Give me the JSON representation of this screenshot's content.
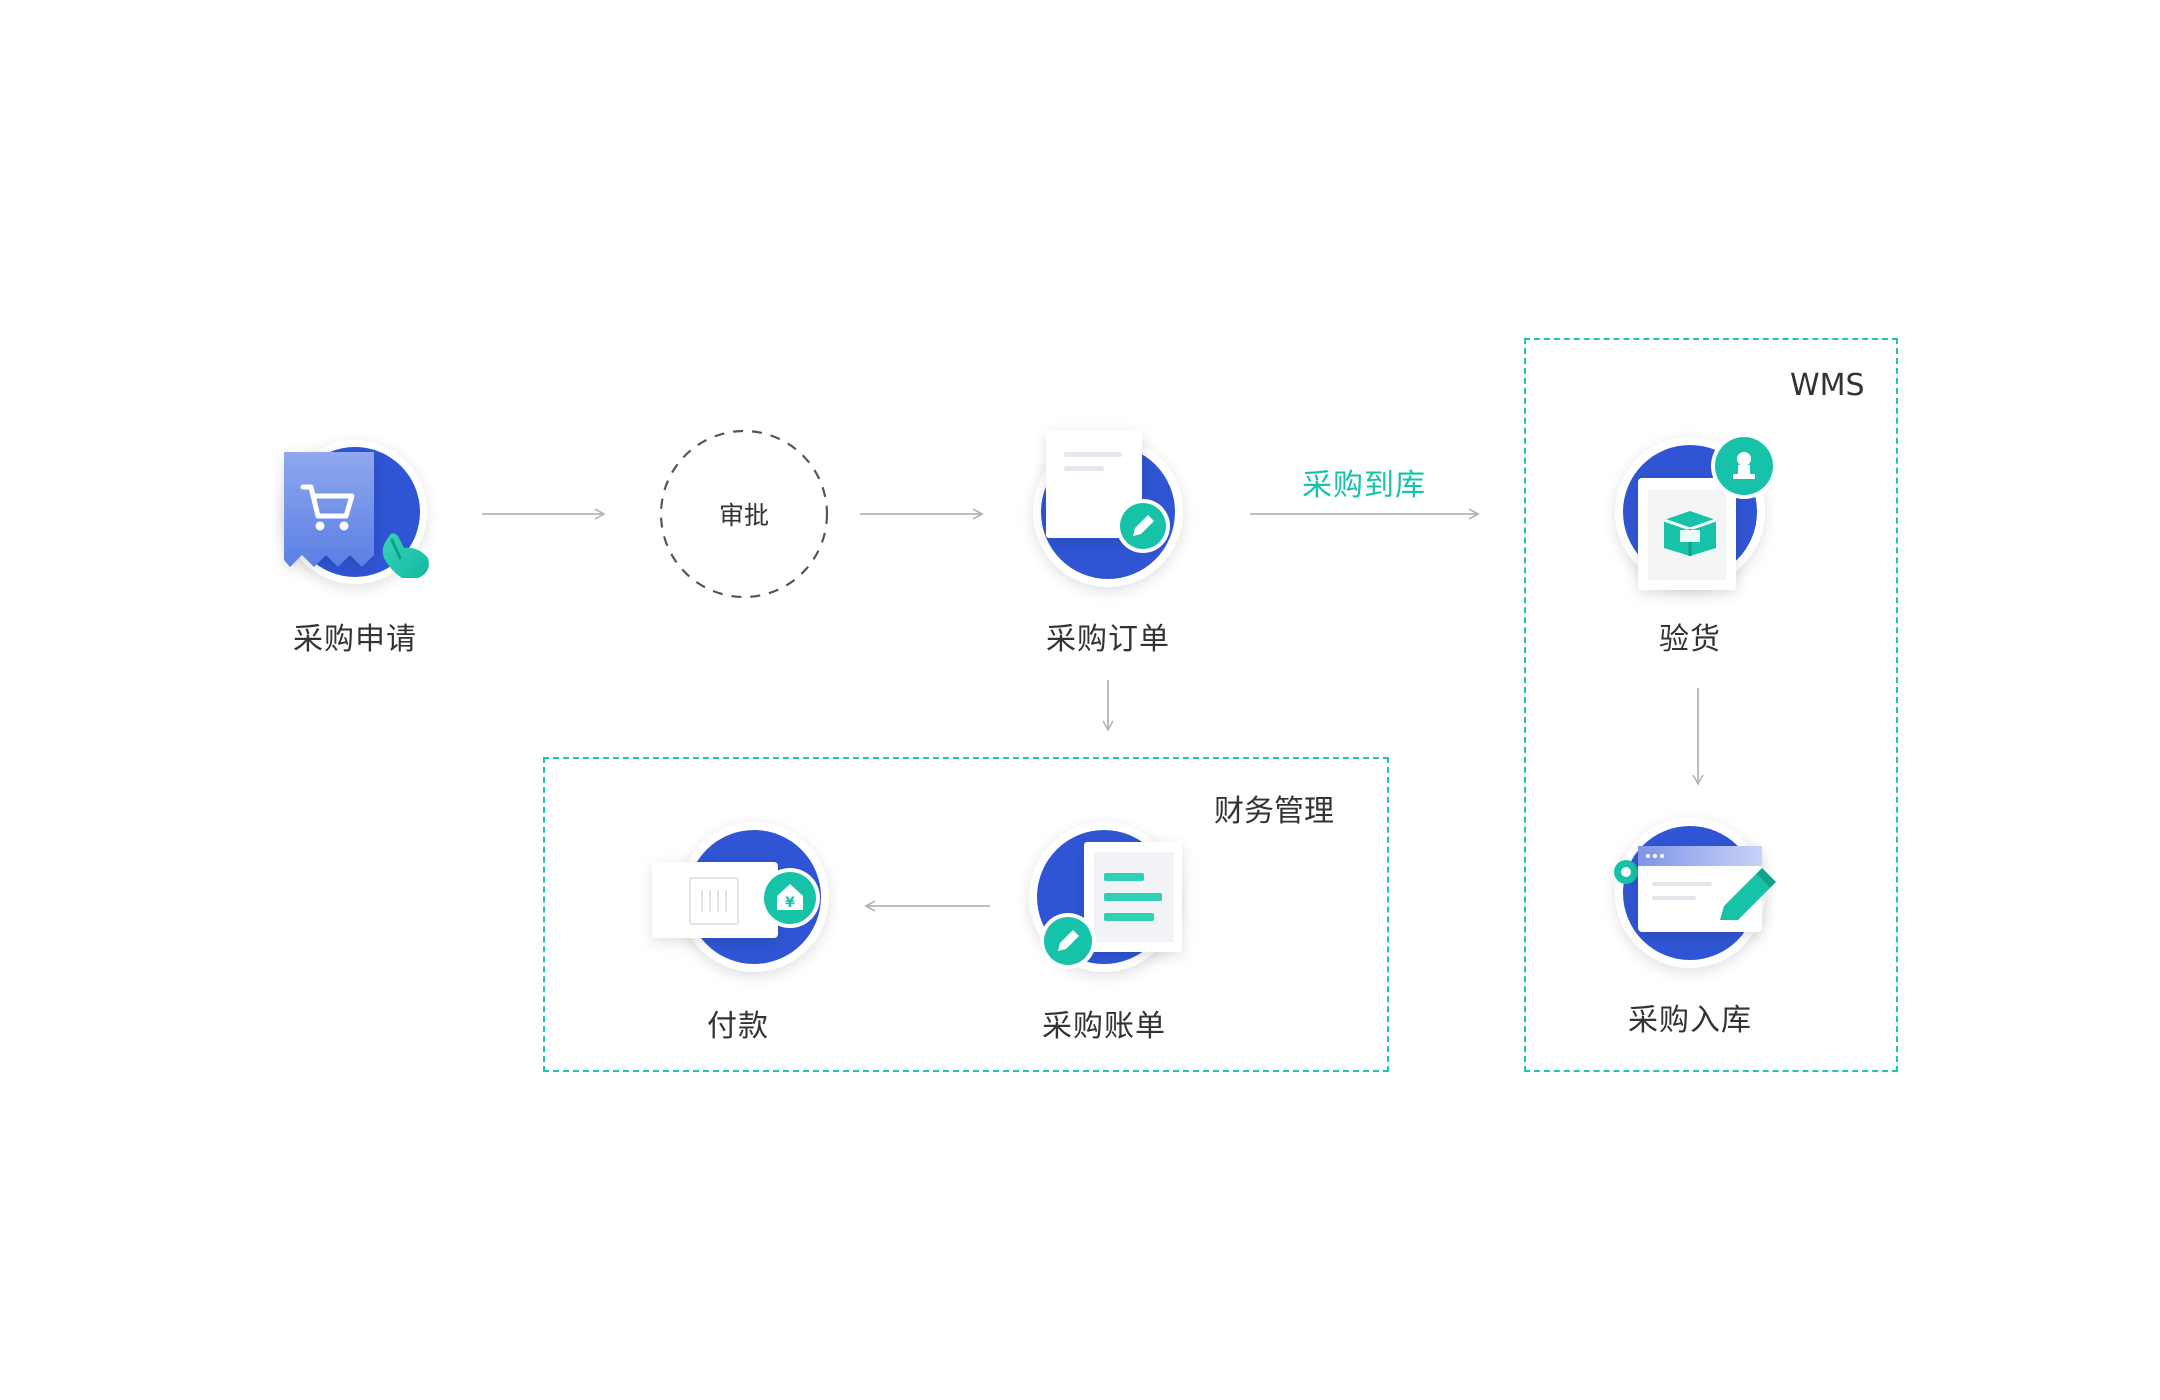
{
  "nodes": {
    "purchase_request": {
      "label": "采购申请"
    },
    "approval": {
      "label": "审批"
    },
    "purchase_order": {
      "label": "采购订单"
    },
    "inspection": {
      "label": "验货"
    },
    "warehousing": {
      "label": "采购入库"
    },
    "purchase_bill": {
      "label": "采购账单"
    },
    "payment": {
      "label": "付款"
    }
  },
  "edges": {
    "order_to_arrival": {
      "label": "采购到库"
    }
  },
  "groups": {
    "wms": {
      "title": "WMS"
    },
    "finance": {
      "title": "财务管理"
    }
  },
  "colors": {
    "blue": "#2f55d4",
    "teal": "#17c3a8",
    "dashed_border": "#1ec6b0",
    "arrow": "#b4b4b4"
  },
  "icons": {
    "purchase_request": "shopping-cart-receipt-icon",
    "purchase_order": "document-edit-icon",
    "inspection": "package-stamp-icon",
    "warehousing": "form-edit-icon",
    "purchase_bill": "bill-edit-icon",
    "payment": "card-yen-icon"
  },
  "currency_symbol": "¥"
}
